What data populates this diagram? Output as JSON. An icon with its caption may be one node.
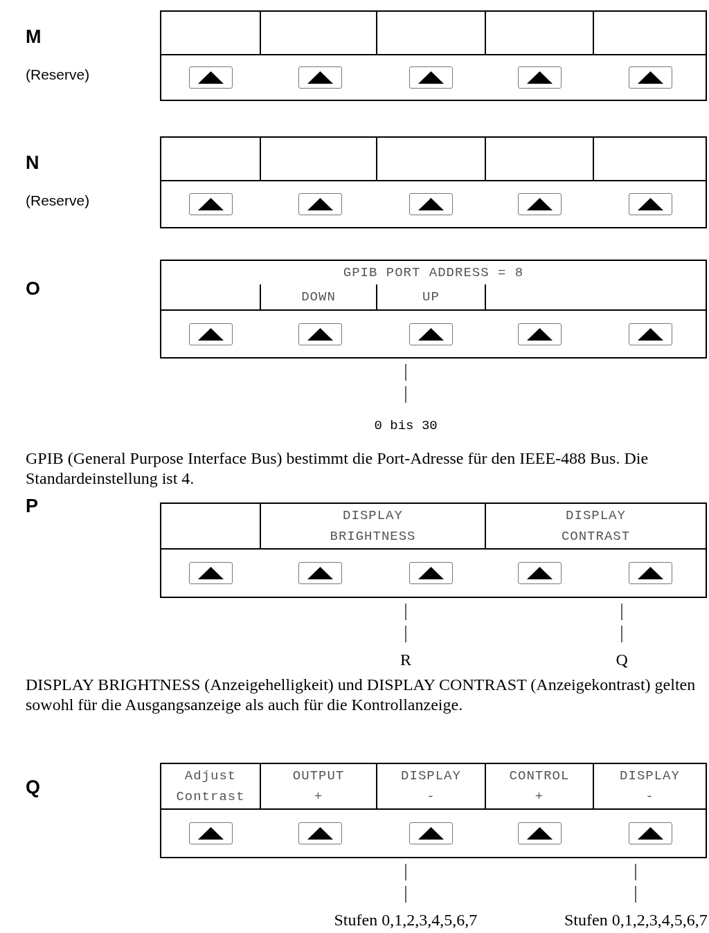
{
  "diagram": {
    "nodes": [
      {
        "text": [],
        "shape": "box"
      },
      {
        "text": [],
        "shape": "box",
        "in": 0
      },
      {
        "text": [],
        "shape": "box",
        "in": 0
      },
      {
        "text": [],
        "shape": "box",
        "in": 0
      },
      {
        "text": [],
        "shape": "box",
        "in": 0
      },
      {
        "text": [],
        "shape": "box",
        "in": 0
      },
      {
        "text": [],
        "shape": "button",
        "in": 0
      },
      {
        "text": [],
        "shape": "button",
        "in": 0
      },
      {
        "text": [],
        "shape": "button",
        "in": 0
      },
      {
        "text": [],
        "shape": "button",
        "in": 0
      },
      {
        "text": [],
        "shape": "button",
        "in": 0
      },
      {
        "text": [],
        "shape": "box"
      },
      {
        "text": [],
        "shape": "box",
        "in": 11
      },
      {
        "text": [],
        "shape": "box",
        "in": 11
      },
      {
        "text": [],
        "shape": "box",
        "in": 11
      },
      {
        "text": [],
        "shape": "box",
        "in": 11
      },
      {
        "text": [],
        "shape": "box",
        "in": 11
      },
      {
        "text": [],
        "shape": "button",
        "in": 11
      },
      {
        "text": [],
        "shape": "button",
        "in": 11
      },
      {
        "text": [],
        "shape": "button",
        "in": 11
      },
      {
        "text": [],
        "shape": "button",
        "in": 11
      },
      {
        "text": [],
        "shape": "button",
        "in": 11
      },
      {
        "text": [
          "GPIB PORT ADDRESS = 8"
        ]
      },
      {
        "text": [],
        "shape": "box",
        "in": 22
      },
      {
        "text": [
          "DOWN"
        ],
        "in": 22
      },
      {
        "text": [
          "UP"
        ],
        "in": 22
      },
      {
        "text": [],
        "shape": "box",
        "in": 22
      },
      {
        "text": [],
        "shape": "button",
        "in": 22
      },
      {
        "text": [],
        "shape": "button",
        "in": 22
      },
      {
        "text": [],
        "shape": "button",
        "in": 22
      },
      {
        "text": [],
        "shape": "button",
        "in": 22
      },
      {
        "text": [],
        "shape": "button",
        "in": 22
      },
      {
        "text": [
          "0 bis 30"
        ]
      },
      {
        "text": [],
        "shape": "box"
      },
      {
        "text": [],
        "shape": "box",
        "in": 33
      },
      {
        "text": [
          "DISPLAY BRIGHTNESS"
        ],
        "in": 33
      },
      {
        "text": [
          "DISPLAY CONTRAST"
        ],
        "in": 33
      },
      {
        "text": [],
        "shape": "button",
        "in": 33
      },
      {
        "text": [],
        "shape": "button",
        "in": 33
      },
      {
        "text": [],
        "shape": "button",
        "in": 33
      },
      {
        "text": [],
        "shape": "button",
        "in": 33
      },
      {
        "text": [],
        "shape": "button",
        "in": 33
      },
      {
        "text": [
          "R"
        ]
      },
      {
        "text": [
          "Q"
        ]
      },
      {
        "text": [],
        "shape": "box"
      },
      {
        "text": [
          "Adjust Contrast"
        ],
        "in": 44
      },
      {
        "text": [
          "OUTPUT +"
        ],
        "in": 44
      },
      {
        "text": [
          "DISPLAY -"
        ],
        "in": 44
      },
      {
        "text": [
          "CONTROL +"
        ],
        "in": 44
      },
      {
        "text": [
          "DISPLAY -"
        ],
        "in": 44
      },
      {
        "text": [],
        "shape": "button",
        "in": 44
      },
      {
        "text": [],
        "shape": "button",
        "in": 44
      },
      {
        "text": [],
        "shape": "button",
        "in": 44
      },
      {
        "text": [],
        "shape": "button",
        "in": 44
      },
      {
        "text": [],
        "shape": "button",
        "in": 44
      },
      {
        "text": [
          "Stufen 0,1,2,3,4,5,6,7"
        ]
      },
      {
        "text": [
          "Stufen 0,1,2,3,4,5,6,7"
        ]
      }
    ],
    "edges": [
      {
        "from": 32,
        "to": 25,
        "arrow": "none",
        "style": "dashed"
      },
      {
        "from": 42,
        "to": 35,
        "arrow": "none",
        "style": "dashed"
      },
      {
        "from": 43,
        "to": 36,
        "arrow": "none",
        "style": "dashed"
      },
      {
        "from": 55,
        "to": 47,
        "arrow": "none",
        "style": "dashed"
      },
      {
        "from": 56,
        "to": 49,
        "arrow": "none",
        "style": "dashed"
      }
    ],
    "labels": [
      "M",
      "(Reserve)",
      "N",
      "(Reserve)",
      "O",
      "GPIB (General Purpose Interface Bus) bestimmt die Port-Adresse für den IEEE-488 Bus. Die Standardeinstellung ist 4.",
      "P",
      "DISPLAY BRIGHTNESS (Anzeigehelligkeit) und DISPLAY CONTRAST (Anzeigekontrast) gelten sowohl für die Ausgangsanzeige als auch für die Kontrollanzeige.",
      "Q"
    ]
  }
}
